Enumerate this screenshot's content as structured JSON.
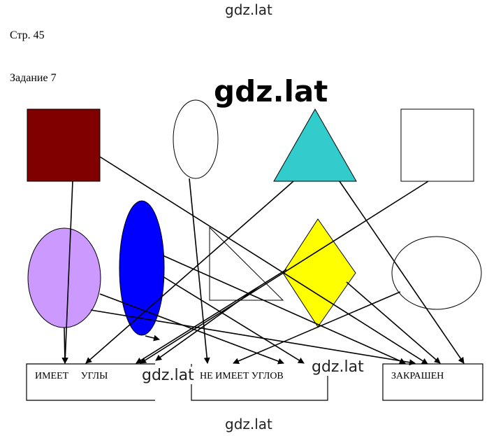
{
  "watermarks": {
    "top": "gdz.lat",
    "big": "gdz.lat",
    "mid_left": "gdz.lat",
    "mid_right": "gdz.lat",
    "bottom": "gdz.lat"
  },
  "page_label": "Стр. 45",
  "task_label": "Задание 7",
  "categories": {
    "has_angles": "ИМЕЕТ     УГЛЫ",
    "no_angles": "НЕ ИМЕЕТ УГЛОВ",
    "colored": "ЗАКРАШЕН"
  },
  "colors": {
    "maroon": "#800000",
    "teal": "#33cccc",
    "lilac": "#cc99ff",
    "blue": "#0000ff",
    "yellow": "#ffff00"
  }
}
